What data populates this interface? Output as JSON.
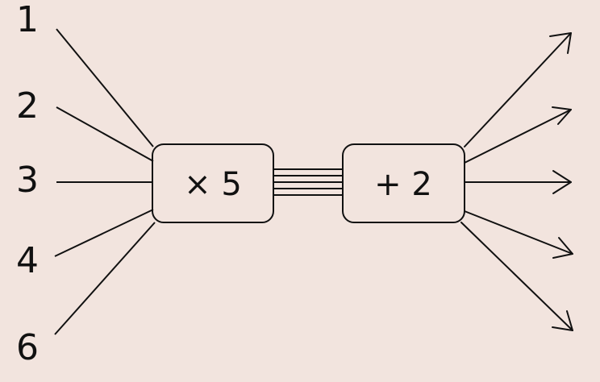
{
  "colors": {
    "background": "#f2e4de",
    "stroke": "#111111"
  },
  "inputs": [
    "1",
    "2",
    "3",
    "4",
    "6"
  ],
  "operations": [
    {
      "label": "× 5"
    },
    {
      "label": "+ 2"
    }
  ],
  "connector_line_count": 5,
  "output_arrow_count": 5
}
